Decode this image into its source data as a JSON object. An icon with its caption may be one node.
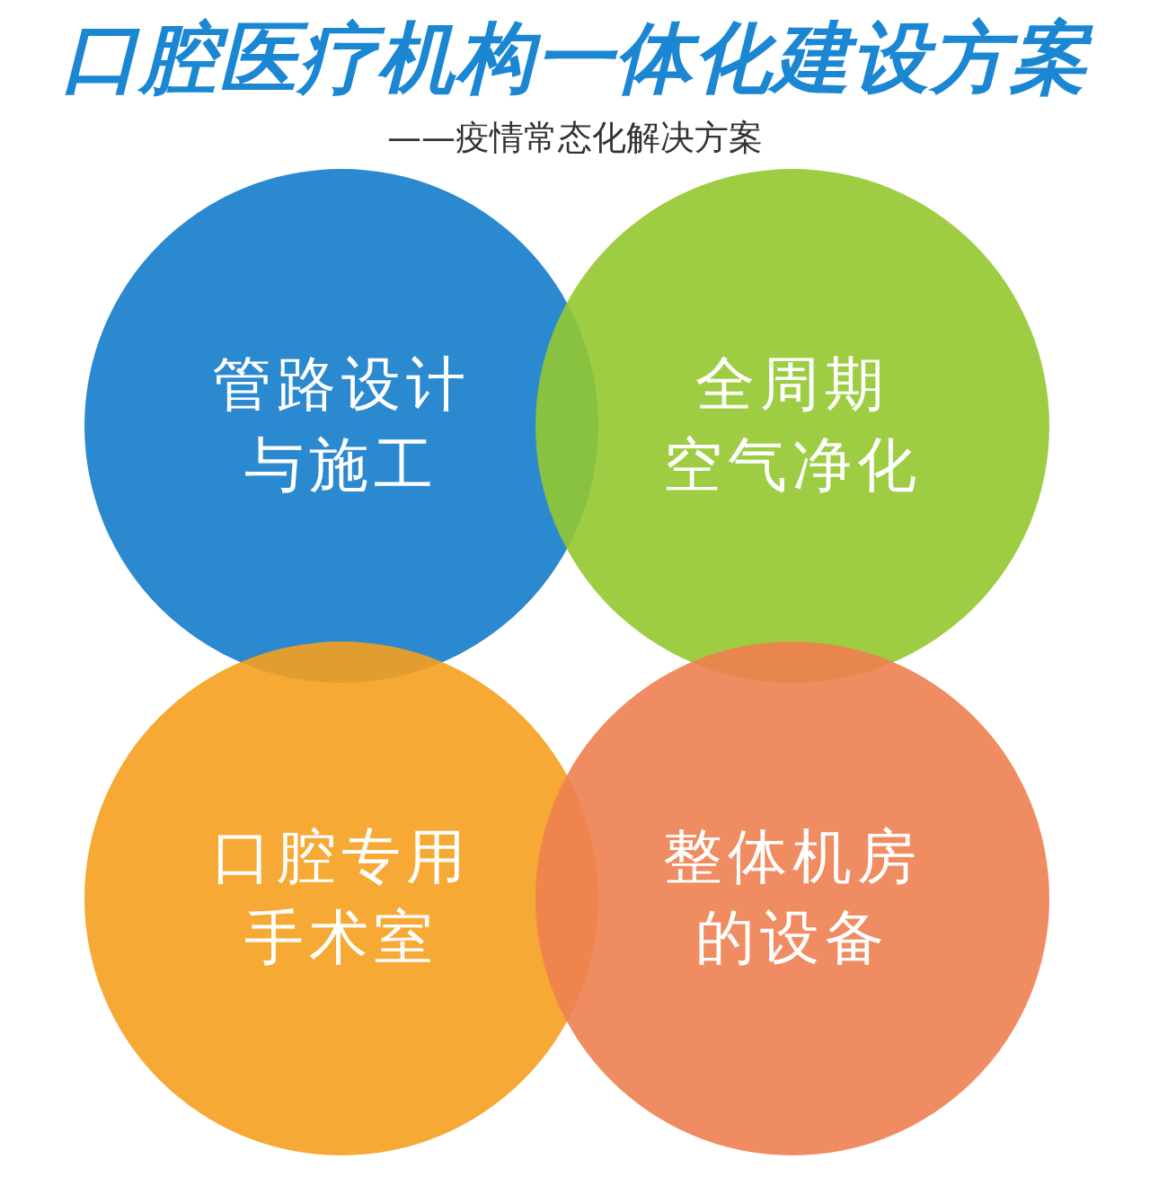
{
  "diagram": {
    "title": "口腔医疗机构一体化建设方案",
    "nodes": [
      {
        "text": [
          "管路设计与施工"
        ]
      },
      {
        "text": [
          "全周期空气净化"
        ]
      },
      {
        "text": [
          "口腔专用手术室"
        ]
      },
      {
        "text": [
          "整体机房的设备"
        ]
      }
    ],
    "labels": [
      "——疫情常态化解决方案"
    ]
  }
}
